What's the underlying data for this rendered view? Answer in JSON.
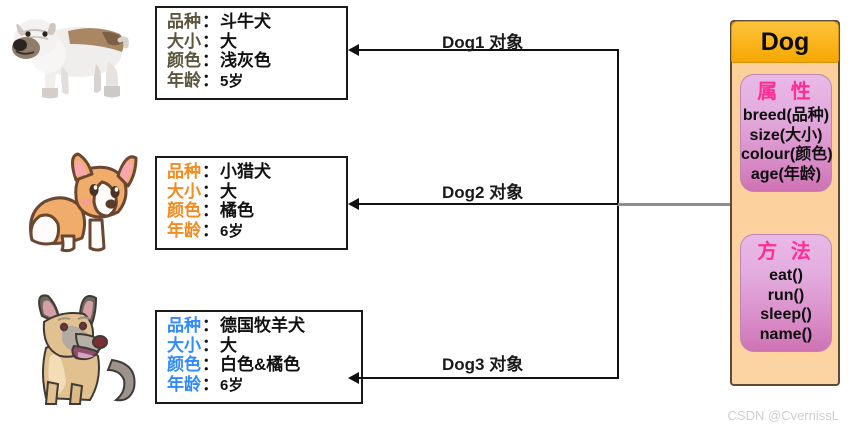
{
  "diagram": {
    "title": "Dog class and objects diagram",
    "watermark": "CSDN @CvernissL"
  },
  "objects": [
    {
      "id": "dog1",
      "arrow_label": "Dog1 对象",
      "illustration": "bulldog-photo",
      "label_color": "#5b553d",
      "rows": [
        {
          "key": "品种",
          "colon": "：",
          "value": "斗牛犬"
        },
        {
          "key": "大小",
          "colon": "：",
          "value": "大"
        },
        {
          "key": "颜色",
          "colon": "：",
          "value": "浅灰色"
        },
        {
          "key": "年龄",
          "colon": "：",
          "value": "5岁"
        }
      ]
    },
    {
      "id": "dog2",
      "arrow_label": "Dog2 对象",
      "illustration": "corgi-cartoon",
      "label_color": "#f58a1f",
      "rows": [
        {
          "key": "品种",
          "colon": "：",
          "value": "小猎犬"
        },
        {
          "key": "大小",
          "colon": "：",
          "value": "大"
        },
        {
          "key": "颜色",
          "colon": "：",
          "value": "橘色"
        },
        {
          "key": "年龄",
          "colon": "：",
          "value": "6岁"
        }
      ]
    },
    {
      "id": "dog3",
      "arrow_label": "Dog3 对象",
      "illustration": "german-shepherd",
      "label_color": "#2f8bff",
      "rows": [
        {
          "key": "品种",
          "colon": "：",
          "value": "德国牧羊犬"
        },
        {
          "key": "大小",
          "colon": "：",
          "value": "大"
        },
        {
          "key": "颜色",
          "colon": "：",
          "value": "白色&橘色"
        },
        {
          "key": "年龄",
          "colon": "：",
          "value": "6岁"
        }
      ]
    }
  ],
  "class_card": {
    "name": "Dog",
    "header_color": "#fbb41d",
    "body_color": "#fbcf9a",
    "member_color": "#d98ec9",
    "attributes": {
      "title": "属 性",
      "title_color": "#ff2e92",
      "items": [
        "breed(品种)",
        "size(大小)",
        "colour(颜色)",
        "age(年龄)"
      ]
    },
    "methods": {
      "title": "方 法",
      "title_color": "#ff2e92",
      "items": [
        "eat()",
        "run()",
        "sleep()",
        "name()"
      ]
    }
  }
}
